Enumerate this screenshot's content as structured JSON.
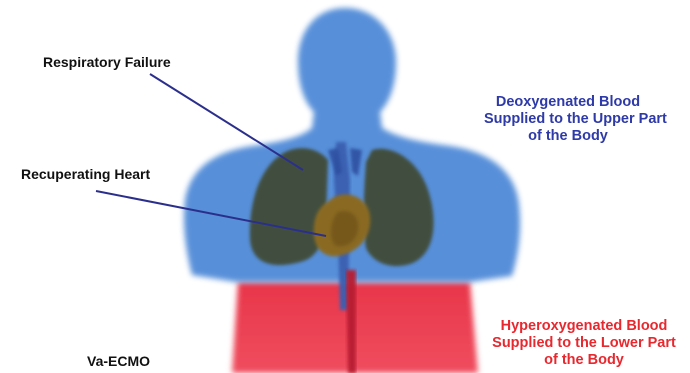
{
  "labels": {
    "respiratory_failure": "Respiratory Failure",
    "recuperating_heart": "Recuperating Heart",
    "deoxygenated": [
      "Deoxygenated Blood",
      "Supplied to the Upper Part",
      "of the Body"
    ],
    "hyperoxygenated": [
      "Hyperoxygenated Blood",
      "Supplied to the Lower Part",
      "of the Body"
    ],
    "mode": "Va-ECMO"
  },
  "colors": {
    "upper_body_blue": "#4a86d6",
    "lower_body_red": "#e8364a",
    "lungs": "#3f4a33",
    "heart": "#8a6a22",
    "pointer_line": "#2b2f8c",
    "deoxygenated_text": "#2e3aa8",
    "hyperoxygenated_text": "#e8282f"
  }
}
